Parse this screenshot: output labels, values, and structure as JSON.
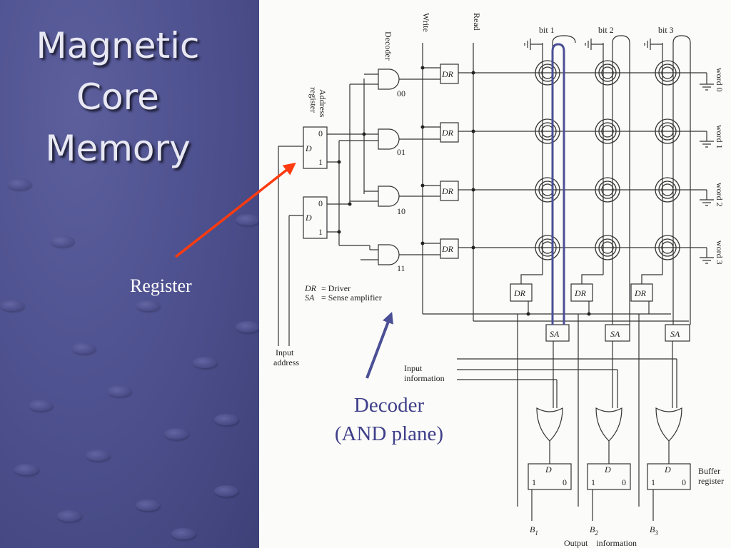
{
  "slide": {
    "title_lines": [
      "Magnetic",
      "Core",
      "Memory"
    ]
  },
  "callouts": {
    "register": "Register",
    "decoder_line1": "Decoder",
    "decoder_line2": "(AND plane)"
  },
  "diagram": {
    "signals": {
      "write": "Write",
      "read": "Read"
    },
    "decoder_label": "Decoder",
    "address_register_line1": "Address",
    "address_register_line2": "register",
    "flipflop_d": "D",
    "flipflop_out0": "0",
    "flipflop_out1": "1",
    "decoder_outputs": [
      "00",
      "01",
      "10",
      "11"
    ],
    "driver_label": "DR",
    "sense_amp_label": "SA",
    "bits": [
      "bit 1",
      "bit  2",
      "bit 3"
    ],
    "words": [
      "word 0",
      "word 1",
      "word 2",
      "word 3"
    ],
    "legend": {
      "dr": "DR",
      "dr_def": "= Driver",
      "sa": "SA",
      "sa_def": "= Sense amplifier"
    },
    "input_address_line1": "Input",
    "input_address_line2": "address",
    "input_info_line1": "Input",
    "input_info_line2": "information",
    "buffer_register_line1": "Buffer",
    "buffer_register_line2": "register",
    "outputs": [
      "B",
      "B",
      "B"
    ],
    "output_subscripts": [
      "1",
      "2",
      "3"
    ],
    "output_caption": "Output    information"
  },
  "colors": {
    "panel": "#4f5290",
    "highlight_wire": "#4b4f95",
    "register_arrow": "#ff3b10",
    "decoder_arrow": "#4b4f95",
    "decoder_text": "#3f3f8a"
  }
}
